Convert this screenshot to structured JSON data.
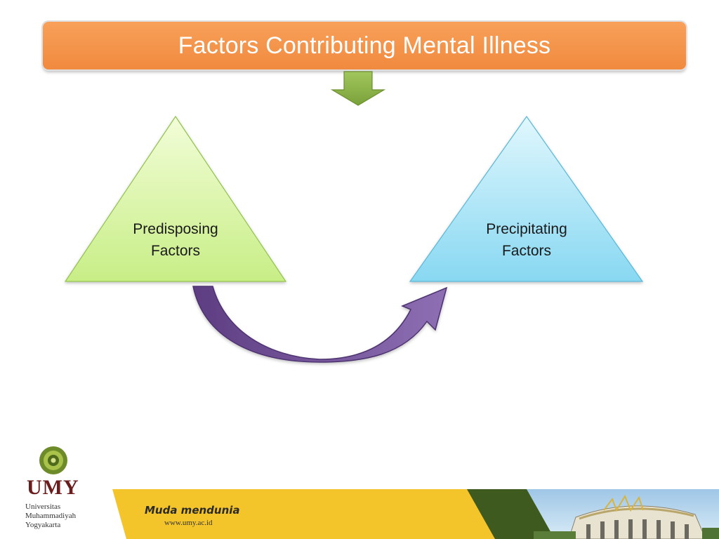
{
  "header": {
    "title": "Factors Contributing Mental Illness"
  },
  "diagram": {
    "left_triangle": {
      "line1": "Predisposing",
      "line2": "Factors"
    },
    "right_triangle": {
      "line1": "Precipitating",
      "line2": "Factors"
    }
  },
  "colors": {
    "title_bg": "#f39244",
    "left_triangle": "#d8f7a0",
    "right_triangle": "#a9e4f7",
    "down_arrow": "#8ab14a",
    "curved_arrow": "#7b5a9c",
    "footer_yellow": "#f4c52a",
    "footer_green": "#3f5a1e"
  },
  "footer": {
    "logo_text": "UMY",
    "university_lines": [
      "Universitas",
      "Muhammadiyah",
      "Yogyakarta"
    ],
    "slogan": "Muda mendunia",
    "website": "www.umy.ac.id"
  }
}
